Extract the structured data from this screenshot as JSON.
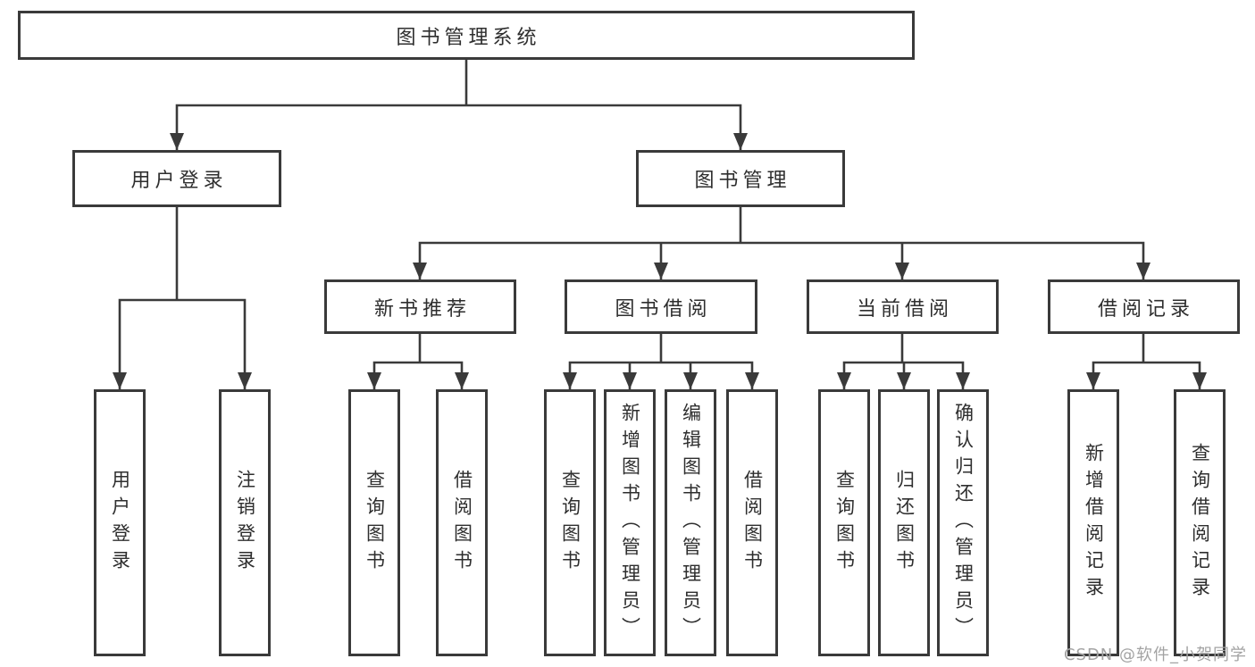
{
  "diagram": {
    "title": "图书管理系统",
    "type": "hierarchy-tree",
    "colors": {
      "line": "#3a3a3a",
      "text": "#2e2e2e",
      "background": "#ffffff",
      "watermark": "#a3a3a3"
    },
    "nodes": {
      "root": "图书管理系统",
      "user_login": "用户登录",
      "book_management": "图书管理",
      "new_book_recommend": "新书推荐",
      "book_borrow": "图书借阅",
      "current_borrow": "当前借阅",
      "borrow_records": "借阅记录",
      "leaf_user_login": "用户登录",
      "leaf_logout": "注销登录",
      "leaf_query_books_a": "查询图书",
      "leaf_borrow_books_a": "借阅图书",
      "leaf_query_books_b": "查询图书",
      "leaf_add_book_admin": "新增图书（管理员）",
      "leaf_edit_book_admin": "编辑图书（管理员）",
      "leaf_borrow_books_b": "借阅图书",
      "leaf_query_books_c": "查询图书",
      "leaf_return_book": "归还图书",
      "leaf_confirm_return_admin": "确认归还（管理员）",
      "leaf_add_borrow_record": "新增借阅记录",
      "leaf_query_borrow_record": "查询借阅记录"
    },
    "hierarchy": {
      "图书管理系统": {
        "用户登录": [
          "用户登录",
          "注销登录"
        ],
        "图书管理": {
          "新书推荐": [
            "查询图书",
            "借阅图书"
          ],
          "图书借阅": [
            "查询图书",
            "新增图书（管理员）",
            "编辑图书（管理员）",
            "借阅图书"
          ],
          "当前借阅": [
            "查询图书",
            "归还图书",
            "确认归还（管理员）"
          ],
          "借阅记录": [
            "新增借阅记录",
            "查询借阅记录"
          ]
        }
      }
    }
  },
  "watermark": {
    "text": "CSDN @软件_小贺同学"
  }
}
